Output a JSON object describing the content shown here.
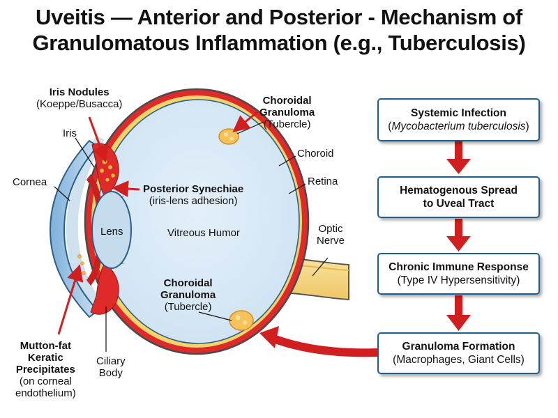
{
  "title": {
    "line1": "Uveitis — Anterior and Posterior - Mechanism of",
    "line2": "Granulomatous Inflammation (e.g., Tuberculosis)"
  },
  "labels": {
    "iris_nodules": {
      "title": "Iris Nodules",
      "sub": "(Koeppe/Busacca)"
    },
    "iris": "Iris",
    "cornea": "Cornea",
    "lens": "Lens",
    "vitreous": "Vitreous Humor",
    "posterior_synechiae": {
      "title": "Posterior Synechiae",
      "sub": "(iris-lens adhesion)"
    },
    "choroidal_granuloma_top": {
      "line1": "Choroidal",
      "line2": "Granuloma",
      "sub": "(Tubercle)"
    },
    "choroid": "Choroid",
    "retina": "Retina",
    "optic_nerve": {
      "line1": "Optic",
      "line2": "Nerve"
    },
    "choroidal_granuloma_bottom": {
      "line1": "Choroidal",
      "line2": "Granuloma",
      "sub": "(Tubercle)"
    },
    "kp": {
      "line1": "Mutton-fat",
      "line2": "Keratic",
      "line3": "Precipitates",
      "sub1": "(on corneal",
      "sub2": "endothelium)"
    },
    "ciliary_body": {
      "line1": "Ciliary",
      "line2": "Body"
    }
  },
  "flow": [
    {
      "title": "Systemic Infection",
      "sub_prefix": "(",
      "sub_italic": "Mycobacterium tuberculosis",
      "sub_suffix": ")"
    },
    {
      "title": "Hematogenous Spread",
      "title2": "to Uveal Tract"
    },
    {
      "title": "Chronic Immune Response",
      "sub": "(Type IV Hypersensitivity)"
    },
    {
      "title": "Granuloma Formation",
      "sub": "(Macrophages, Giant Cells)"
    }
  ],
  "colors": {
    "box_border": "#1f5f8f",
    "arrow_red": "#d11f1f",
    "sclera": "#e02a2a",
    "vitreous": "#d6e8f5",
    "retina_yellow": "#f3d36b",
    "nerve": "#f6d98a"
  }
}
